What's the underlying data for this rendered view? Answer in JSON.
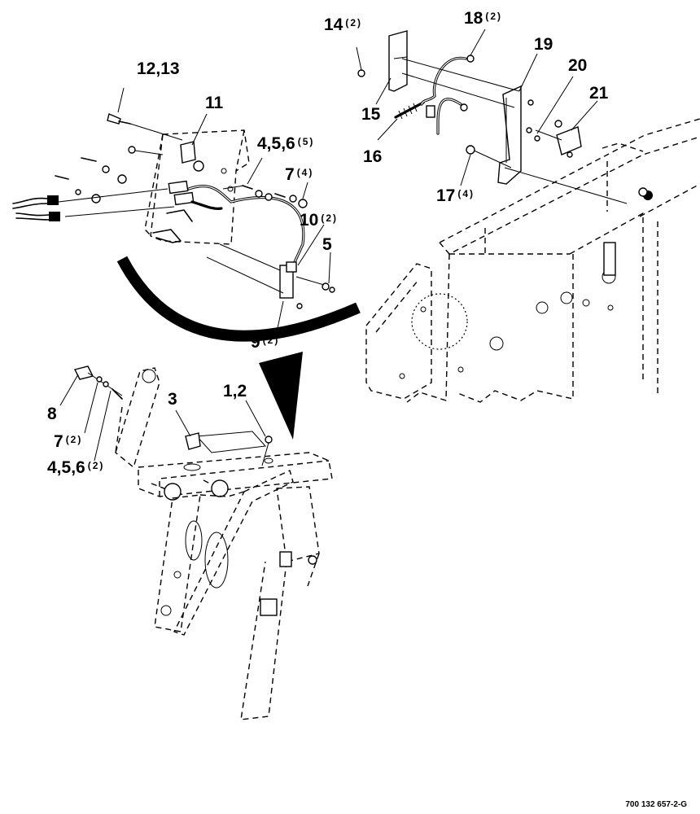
{
  "diagram": {
    "document_number": "700 132 657-2-G",
    "callouts": [
      {
        "id": "12,13",
        "qty": ""
      },
      {
        "id": "11",
        "qty": ""
      },
      {
        "id": "4,5,6",
        "qty": "(5)"
      },
      {
        "id": "7",
        "qty": "(4)"
      },
      {
        "id": "10",
        "qty": "(2)"
      },
      {
        "id": "5",
        "qty": ""
      },
      {
        "id": "9",
        "qty": "(2)"
      },
      {
        "id": "14",
        "qty": "(2)"
      },
      {
        "id": "18",
        "qty": "(2)"
      },
      {
        "id": "19",
        "qty": ""
      },
      {
        "id": "15",
        "qty": ""
      },
      {
        "id": "20",
        "qty": ""
      },
      {
        "id": "21",
        "qty": ""
      },
      {
        "id": "16",
        "qty": ""
      },
      {
        "id": "17",
        "qty": "(4)"
      },
      {
        "id": "3",
        "qty": ""
      },
      {
        "id": "1,2",
        "qty": ""
      },
      {
        "id": "8",
        "qty": ""
      },
      {
        "id": "7",
        "qty": "(2)"
      },
      {
        "id": "4,5,6",
        "qty": "(2)"
      }
    ]
  }
}
